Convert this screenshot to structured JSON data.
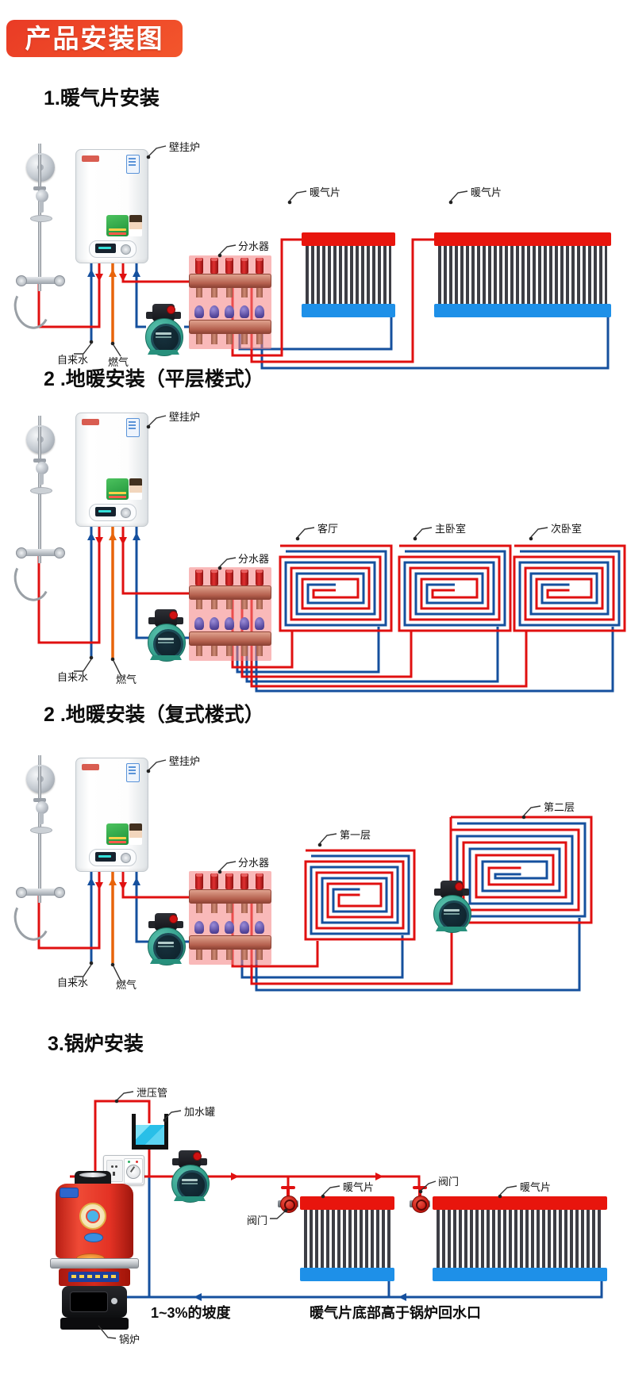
{
  "banner": {
    "title": "产品安装图"
  },
  "section1": {
    "heading": "1.暖气片安装",
    "boiler_label": "壁挂炉",
    "manifold_label": "分水器",
    "radiator_label_1": "暖气片",
    "radiator_label_2": "暖气片",
    "tap_water_label": "自来水",
    "gas_label": "燃气"
  },
  "section2": {
    "heading": "2 .地暖安装（平层楼式）",
    "boiler_label": "壁挂炉",
    "manifold_label": "分水器",
    "room_labels": [
      "客厅",
      "主卧室",
      "次卧室"
    ],
    "tap_water_label": "自来水",
    "gas_label": "燃气"
  },
  "section3": {
    "heading": "2 .地暖安装（复式楼式）",
    "boiler_label": "壁挂炉",
    "manifold_label": "分水器",
    "floor1_label": "第一层",
    "floor2_label": "第二层",
    "tap_water_label": "自来水",
    "gas_label": "燃气"
  },
  "section4": {
    "heading": "3.锅炉安装",
    "relief_pipe_label": "泄压管",
    "water_tank_label": "加水罐",
    "valve_label_1": "阀门",
    "valve_label_2": "阀门",
    "radiator_label_1": "暖气片",
    "radiator_label_2": "暖气片",
    "boiler_label": "锅炉",
    "slope_note": "1~3%的坡度",
    "height_note": "暖气片底部高于锅炉回水口"
  },
  "colors": {
    "pipe_red": "#e01010",
    "pipe_blue": "#15509e",
    "pipe_gas_orange": "#e8640a",
    "radiator_red": "#e8150d",
    "radiator_blue": "#1e90e8",
    "banner_red_top": "#e93b25",
    "banner_red_bottom": "#f3562c",
    "manifold_highlight": "#f48a8a",
    "pump_green": "#2e9c88",
    "leader_gray": "#333333"
  }
}
